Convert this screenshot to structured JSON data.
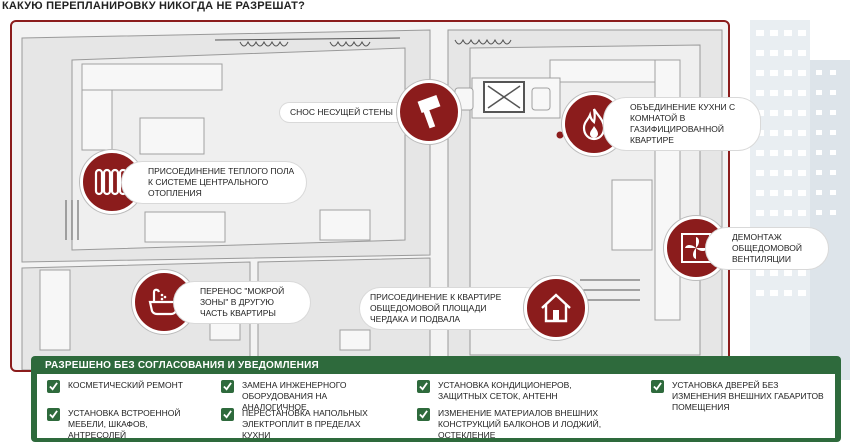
{
  "title": "КАКУЮ ПЕРЕПЛАНИРОВКУ НИКОГДА НЕ РАЗРЕШАТ?",
  "prohibited": [
    {
      "text": "СНОС НЕСУЩЕЙ СТЕНЫ",
      "icon": "hammer-icon"
    },
    {
      "text": "ОБЪЕДИНЕНИЕ КУХНИ С КОМНАТОЙ В ГАЗИФИЦИРОВАННОЙ КВАРТИРЕ",
      "icon": "fire-icon"
    },
    {
      "text": "ПРИСОЕДИНЕНИЕ ТЕПЛОГО ПОЛА К СИСТЕМЕ ЦЕНТРАЛЬНОГО ОТОПЛЕНИЯ",
      "icon": "radiator-icon"
    },
    {
      "text": "ДЕМОНТАЖ ОБЩЕДОМОВОЙ ВЕНТИЛЯЦИИ",
      "icon": "fan-icon"
    },
    {
      "text": "ПЕРЕНОС \"МОКРОЙ ЗОНЫ\" В ДРУГУЮ ЧАСТЬ КВАРТИРЫ",
      "icon": "bathtub-icon"
    },
    {
      "text": "ПРИСОЕДИНЕНИЕ К КВАРТИРЕ ОБЩЕДОМОВОЙ ПЛОЩАДИ ЧЕРДАКА И ПОДВАЛА",
      "icon": "house-icon"
    }
  ],
  "allowed": {
    "title": "РАЗРЕШЕНО БЕЗ СОГЛАСОВАНИЯ И УВЕДОМЛЕНИЯ",
    "items": [
      "КОСМЕТИЧЕСКИЙ РЕМОНТ",
      "УСТАНОВКА ВСТРОЕННОЙ МЕБЕЛИ, ШКАФОВ, АНТРЕСОЛЕЙ",
      "ЗАМЕНА ИНЖЕНЕРНОГО ОБОРУДОВАНИЯ НА АНАЛОГИЧНОЕ",
      "ПЕРЕСТАНОВКА НАПОЛЬНЫХ ЭЛЕКТРОПЛИТ В ПРЕДЕЛАХ КУХНИ",
      "УСТАНОВКА КОНДИЦИОНЕРОВ, ЗАЩИТНЫХ СЕТОК, АНТЕНН",
      "ИЗМЕНЕНИЕ МАТЕРИАЛОВ ВНЕШНИХ КОНСТРУКЦИЙ БАЛКОНОВ И ЛОДЖИЙ, ОСТЕКЛЕНИЕ",
      "УСТАНОВКА ДВЕРЕЙ БЕЗ ИЗМЕНЕНИЯ ВНЕШНИХ ГАБАРИТОВ ПОМЕЩЕНИЯ"
    ]
  },
  "colors": {
    "accent": "#8b1c1c",
    "allowed": "#2e6a3c"
  }
}
